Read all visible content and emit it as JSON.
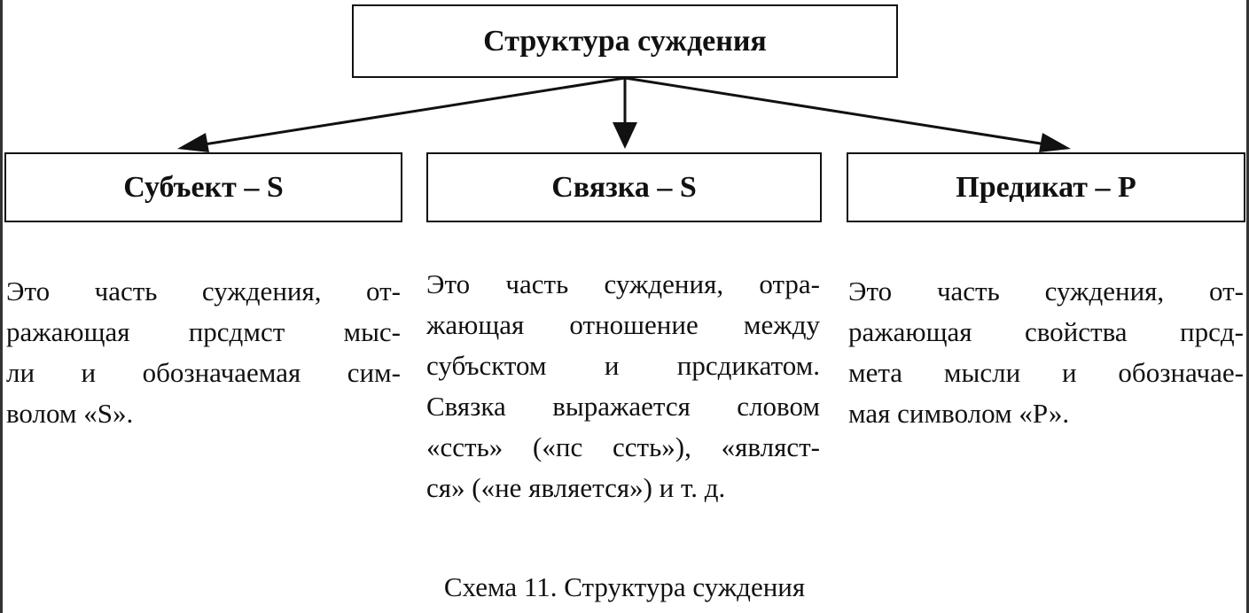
{
  "title": "Структура суждения",
  "parts": [
    {
      "label": "Субъект – S",
      "description": [
        "Это часть суждения, от-",
        "ражающая прсдмст мыс-",
        "ли и обозначаемая сим-",
        "волом «S»."
      ]
    },
    {
      "label": "Связка – S",
      "description": [
        "Это часть суждения, отра-",
        "жающая отношение между",
        "субъсктом и прсдикатом.",
        "Связка выражается словом",
        "«ссть» («пс ссть»), «являст-",
        "ся» («не является») и т. д."
      ]
    },
    {
      "label": "Предикат – P",
      "description": [
        "Это часть суждения, от-",
        "ражающая свойства прсд-",
        "мета мысли и обозначае-",
        "мая символом «Р»."
      ]
    }
  ],
  "caption": "Схема 11. Структура суждения"
}
